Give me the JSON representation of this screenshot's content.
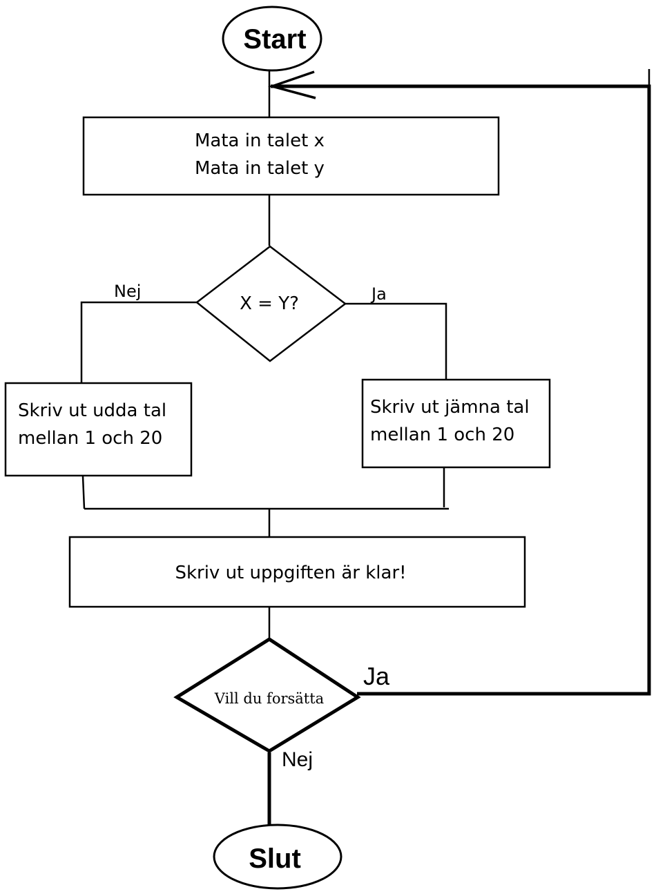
{
  "nodes": {
    "start": "Start",
    "input": [
      "Mata in talet x",
      "Mata in talet y"
    ],
    "decision_xy": "X = Y?",
    "odd": [
      "Skriv ut udda tal",
      "mellan 1 och 20"
    ],
    "even": [
      "Skriv ut jämna tal",
      "mellan 1 och 20"
    ],
    "done": "Skriv ut uppgiften är klar!",
    "decision_continue": "Vill du forsätta",
    "end": "Slut"
  },
  "labels": {
    "no_1": "Nej",
    "yes_1": "Ja",
    "yes_2": "Ja",
    "no_2": "Nej"
  }
}
